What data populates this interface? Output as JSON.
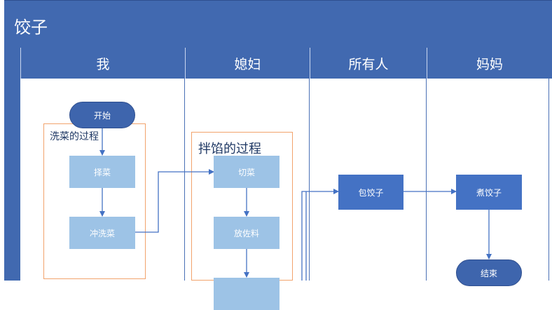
{
  "title": "饺子",
  "lanes": [
    "我",
    "媳妇",
    "所有人",
    "妈妈"
  ],
  "groups": {
    "wash": "洗菜的过程",
    "filling": "拌馅的过程"
  },
  "nodes": {
    "start": "开始",
    "pick": "择菜",
    "rinse": "冲洗菜",
    "cut": "切菜",
    "season": "放佐料",
    "wrap": "包饺子",
    "boil": "煮饺子",
    "end": "结束"
  },
  "colors": {
    "header": "#4169b0",
    "light_box": "#9dc3e6",
    "dark_box": "#4472c4",
    "group_border": "#f2a36c",
    "arrow": "#4472c4"
  }
}
